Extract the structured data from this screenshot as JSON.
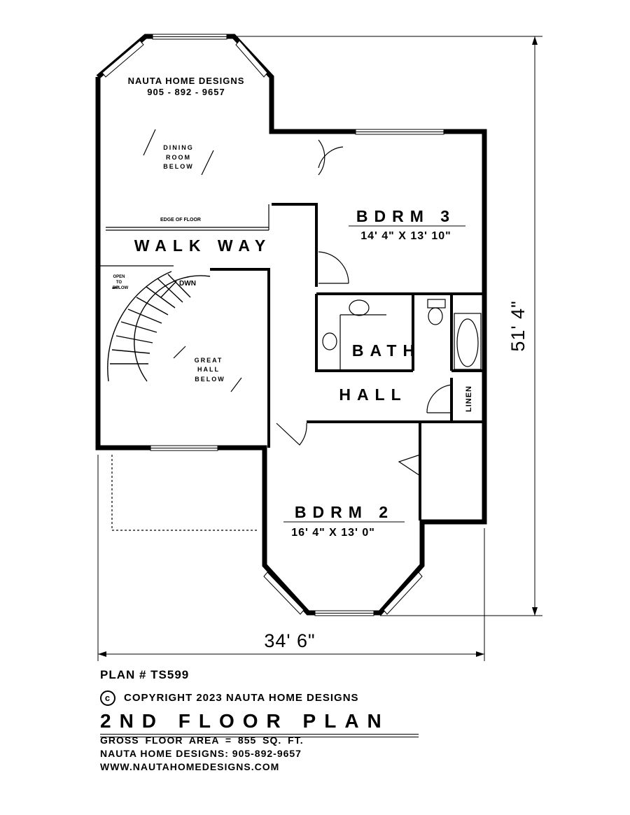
{
  "company": {
    "name": "NAUTA HOME DESIGNS",
    "phone": "905 - 892 - 9657"
  },
  "rooms": {
    "dining_l1": "DINING",
    "dining_l2": "ROOM",
    "dining_l3": "BELOW",
    "edge_of_floor": "EDGE OF FLOOR",
    "walk_way": "WALK WAY",
    "open_l1": "OPEN",
    "open_l2": "TO",
    "open_l3": "BELOW",
    "dwn": "DWN",
    "great_l1": "GREAT",
    "great_l2": "HALL",
    "great_l3": "BELOW",
    "bdrm3": "BDRM 3",
    "bdrm3_dim": "14' 4\" X 13' 10\"",
    "bath": "BATH",
    "hall": "HALL",
    "linen": "LINEN",
    "bdrm2": "BDRM 2",
    "bdrm2_dim": "16' 4\" X 13' 0\""
  },
  "dimensions": {
    "width": "34' 6\"",
    "depth": "51' 4\""
  },
  "title_block": {
    "plan_number": "PLAN # TS599",
    "copyright_symbol": "c",
    "copyright": "COPYRIGHT 2023 NAUTA HOME DESIGNS",
    "title": "2ND FLOOR PLAN",
    "gross_area": "GROSS FLOOR AREA = 855 SQ. FT.",
    "phone_line": "NAUTA HOME DESIGNS: 905-892-9657",
    "website": "WWW.NAUTAHOMEDESIGNS.COM"
  }
}
